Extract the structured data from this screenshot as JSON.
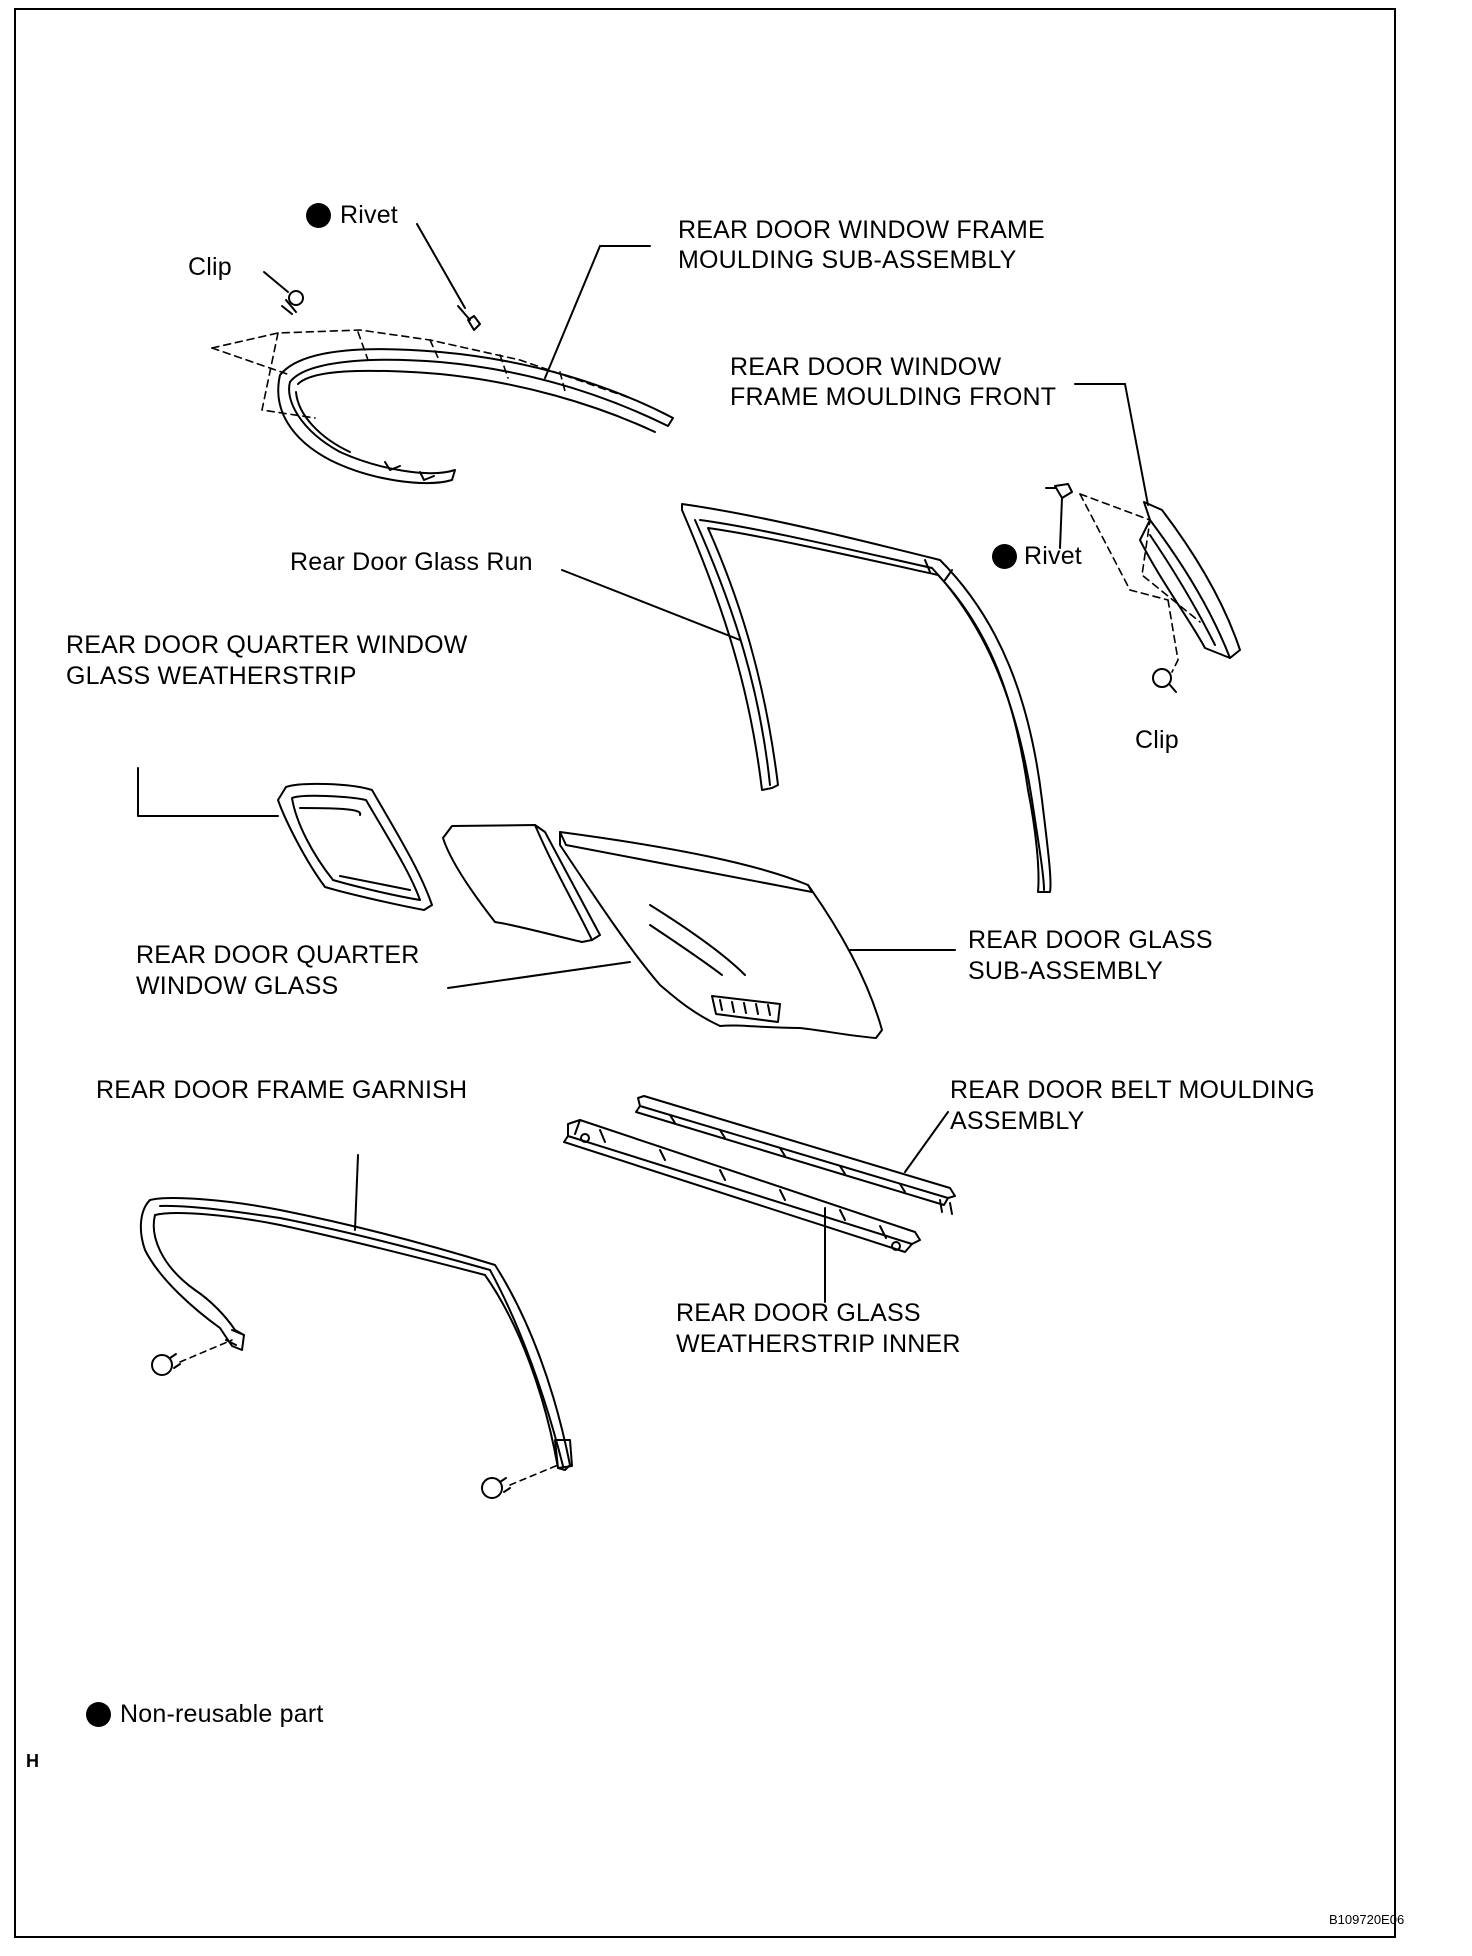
{
  "labels": {
    "rivet_top": "Rivet",
    "clip_top": "Clip",
    "frame_moulding_sub_l1": "REAR DOOR WINDOW FRAME",
    "frame_moulding_sub_l2": "MOULDING SUB-ASSEMBLY",
    "frame_moulding_front_l1": "REAR DOOR WINDOW",
    "frame_moulding_front_l2": "FRAME MOULDING FRONT",
    "rivet_right": "Rivet",
    "clip_right": "Clip",
    "glass_run": "Rear Door Glass Run",
    "quarter_weatherstrip_l1": "REAR DOOR QUARTER WINDOW",
    "quarter_weatherstrip_l2": "GLASS WEATHERSTRIP",
    "quarter_glass_l1": "REAR DOOR QUARTER",
    "quarter_glass_l2": "WINDOW GLASS",
    "glass_sub_l1": "REAR DOOR GLASS",
    "glass_sub_l2": "SUB-ASSEMBLY",
    "frame_garnish": "REAR DOOR FRAME GARNISH",
    "belt_moulding_l1": "REAR DOOR BELT MOULDING",
    "belt_moulding_l2": "ASSEMBLY",
    "weatherstrip_inner_l1": "REAR DOOR GLASS",
    "weatherstrip_inner_l2": "WEATHERSTRIP INNER",
    "legend_non_reusable": "Non-reusable part",
    "corner_mark": "H",
    "figure_code": "B109720E06"
  }
}
